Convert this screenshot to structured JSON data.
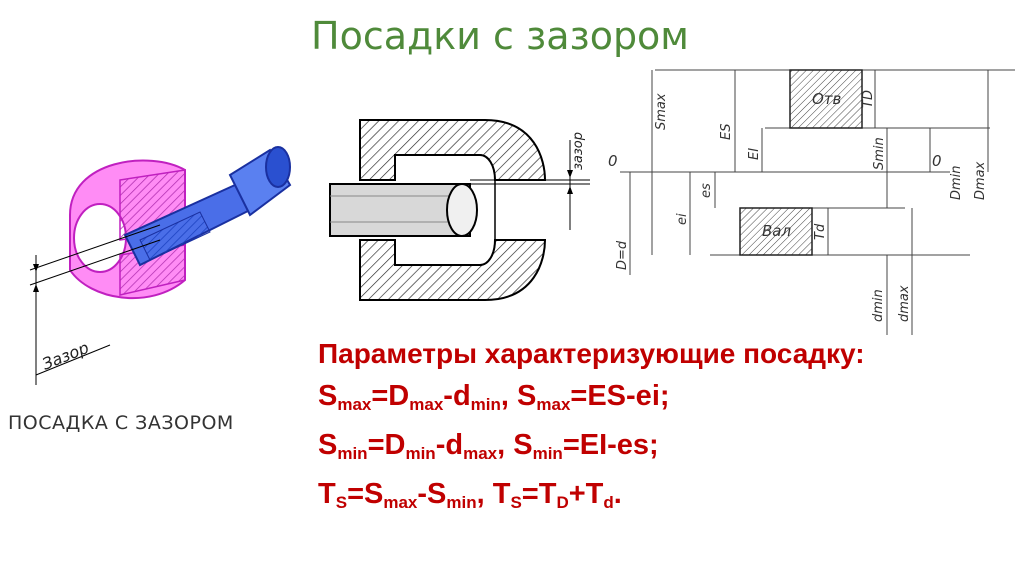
{
  "slide": {
    "title": "Посадки с зазором"
  },
  "iso_figure": {
    "caption": "ПОСАДКА  С ЗАЗОРОМ",
    "gap_label": "Зазор"
  },
  "section_figure": {
    "gap_label": "зазор"
  },
  "scheme": {
    "hole_label": "Отв",
    "shaft_label": "Вал",
    "zero_left": "0",
    "zero_right": "0",
    "S_max": "Smax",
    "S_min": "Smin",
    "ES": "ES",
    "EI": "EI",
    "es": "es",
    "ei": "ei",
    "TD": "TD",
    "Td": "Td",
    "D_eq_d": "D=d",
    "D_min": "Dmin",
    "D_max": "Dmax",
    "d_min": "dmin",
    "d_max": "dmax"
  },
  "parameters": {
    "heading": "Параметры характеризующие посадку:",
    "formulas": [
      [
        {
          "t": "S"
        },
        {
          "sub": "max"
        },
        {
          "t": "=D"
        },
        {
          "sub": "max"
        },
        {
          "t": "-d"
        },
        {
          "sub": "min"
        },
        {
          "t": ", S"
        },
        {
          "sub": "max"
        },
        {
          "t": "=ES-ei;"
        }
      ],
      [
        {
          "t": "S"
        },
        {
          "sub": "min"
        },
        {
          "t": "=D"
        },
        {
          "sub": "min"
        },
        {
          "t": "-d"
        },
        {
          "sub": "max"
        },
        {
          "t": ", S"
        },
        {
          "sub": "min"
        },
        {
          "t": "=EI-es;"
        }
      ],
      [
        {
          "t": "T"
        },
        {
          "sub": "S"
        },
        {
          "t": "=S"
        },
        {
          "sub": "max"
        },
        {
          "t": "-S"
        },
        {
          "sub": "min"
        },
        {
          "t": ", T"
        },
        {
          "sub": "S"
        },
        {
          "t": "=T"
        },
        {
          "sub": "D"
        },
        {
          "t": "+T"
        },
        {
          "sub": "d"
        },
        {
          "t": "."
        }
      ]
    ]
  }
}
